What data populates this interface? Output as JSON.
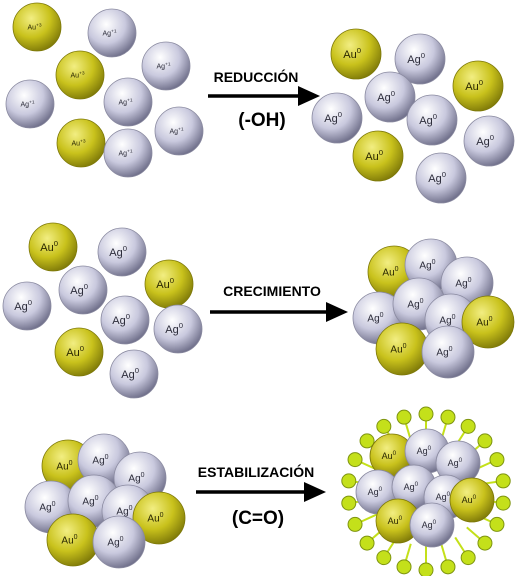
{
  "steps": [
    {
      "label": "REDUCCIÓN",
      "sublabel": "(-OH)",
      "before": [
        {
          "sym": "Au",
          "ch": "+3",
          "kind": "au"
        },
        {
          "sym": "Ag",
          "ch": "+1",
          "kind": "ag"
        },
        {
          "sym": "Ag",
          "ch": "+1",
          "kind": "ag"
        },
        {
          "sym": "Au",
          "ch": "+3",
          "kind": "au"
        },
        {
          "sym": "Ag",
          "ch": "+1",
          "kind": "ag"
        },
        {
          "sym": "Ag",
          "ch": "+1",
          "kind": "ag"
        },
        {
          "sym": "Au",
          "ch": "+3",
          "kind": "au"
        },
        {
          "sym": "Ag",
          "ch": "+1",
          "kind": "ag"
        },
        {
          "sym": "Ag",
          "ch": "+1",
          "kind": "ag"
        }
      ],
      "after": [
        {
          "sym": "Au",
          "ch": "0",
          "kind": "au"
        },
        {
          "sym": "Ag",
          "ch": "0",
          "kind": "ag"
        },
        {
          "sym": "Ag",
          "ch": "0",
          "kind": "ag"
        },
        {
          "sym": "Au",
          "ch": "0",
          "kind": "au"
        },
        {
          "sym": "Ag",
          "ch": "0",
          "kind": "ag"
        },
        {
          "sym": "Ag",
          "ch": "0",
          "kind": "ag"
        },
        {
          "sym": "Ag",
          "ch": "0",
          "kind": "ag"
        },
        {
          "sym": "Au",
          "ch": "0",
          "kind": "au"
        },
        {
          "sym": "Ag",
          "ch": "0",
          "kind": "ag"
        }
      ]
    },
    {
      "label": "CRECIMIENTO",
      "sublabel": "",
      "before": [
        {
          "sym": "Au",
          "ch": "0",
          "kind": "au"
        },
        {
          "sym": "Ag",
          "ch": "0",
          "kind": "ag"
        },
        {
          "sym": "Ag",
          "ch": "0",
          "kind": "ag"
        },
        {
          "sym": "Au",
          "ch": "0",
          "kind": "au"
        },
        {
          "sym": "Ag",
          "ch": "0",
          "kind": "ag"
        },
        {
          "sym": "Ag",
          "ch": "0",
          "kind": "ag"
        },
        {
          "sym": "Ag",
          "ch": "0",
          "kind": "ag"
        },
        {
          "sym": "Au",
          "ch": "0",
          "kind": "au"
        },
        {
          "sym": "Ag",
          "ch": "0",
          "kind": "ag"
        }
      ],
      "after": [
        {
          "sym": "Au",
          "ch": "0",
          "kind": "au"
        },
        {
          "sym": "Ag",
          "ch": "0",
          "kind": "ag"
        },
        {
          "sym": "Ag",
          "ch": "0",
          "kind": "ag"
        },
        {
          "sym": "Ag",
          "ch": "0",
          "kind": "ag"
        },
        {
          "sym": "Ag",
          "ch": "0",
          "kind": "ag"
        },
        {
          "sym": "Ag",
          "ch": "0",
          "kind": "ag"
        },
        {
          "sym": "Au",
          "ch": "0",
          "kind": "au"
        },
        {
          "sym": "Au",
          "ch": "0",
          "kind": "au"
        },
        {
          "sym": "Ag",
          "ch": "0",
          "kind": "ag"
        }
      ]
    },
    {
      "label": "ESTABILIZACIÓN",
      "sublabel": "(C=O)",
      "before": [
        {
          "sym": "Au",
          "ch": "0",
          "kind": "au"
        },
        {
          "sym": "Ag",
          "ch": "0",
          "kind": "ag"
        },
        {
          "sym": "Ag",
          "ch": "0",
          "kind": "ag"
        },
        {
          "sym": "Ag",
          "ch": "0",
          "kind": "ag"
        },
        {
          "sym": "Ag",
          "ch": "0",
          "kind": "ag"
        },
        {
          "sym": "Ag",
          "ch": "0",
          "kind": "ag"
        },
        {
          "sym": "Au",
          "ch": "0",
          "kind": "au"
        },
        {
          "sym": "Au",
          "ch": "0",
          "kind": "au"
        },
        {
          "sym": "Ag",
          "ch": "0",
          "kind": "ag"
        }
      ],
      "after": [
        {
          "sym": "Au",
          "ch": "0",
          "kind": "au"
        },
        {
          "sym": "Ag",
          "ch": "0",
          "kind": "ag"
        },
        {
          "sym": "Ag",
          "ch": "0",
          "kind": "ag"
        },
        {
          "sym": "Ag",
          "ch": "0",
          "kind": "ag"
        },
        {
          "sym": "Ag",
          "ch": "0",
          "kind": "ag"
        },
        {
          "sym": "Ag",
          "ch": "0",
          "kind": "ag"
        },
        {
          "sym": "Au",
          "ch": "0",
          "kind": "au"
        },
        {
          "sym": "Au",
          "ch": "0",
          "kind": "au"
        },
        {
          "sym": "Ag",
          "ch": "0",
          "kind": "ag"
        }
      ]
    }
  ],
  "colors": {
    "gold": "#c9c21c",
    "gold_light": "#f2ee82",
    "gold_dark": "#7d7808",
    "silver": "#c9c9de",
    "silver_light": "#ffffff",
    "silver_dark": "#6b6b86",
    "ligand": "#c4e01a",
    "ligand_stroke": "#7e9410",
    "arrow": "#000000"
  },
  "icons": [
    "reaction-arrow-icon",
    "atom-sphere-icon",
    "ligand-icon"
  ]
}
